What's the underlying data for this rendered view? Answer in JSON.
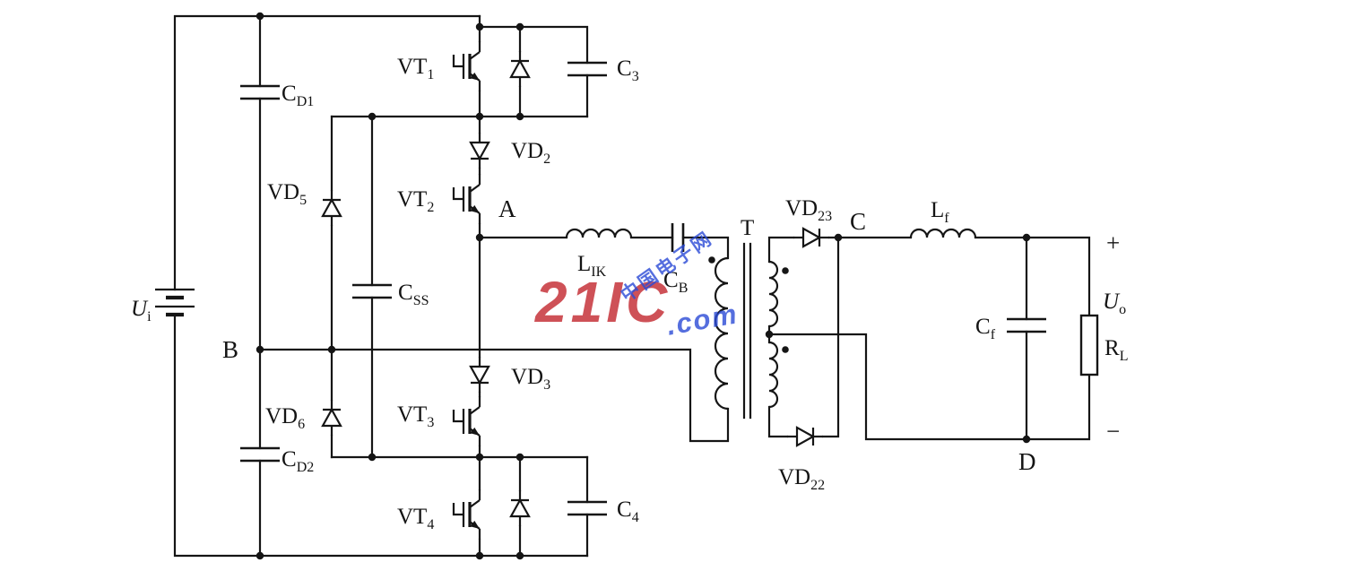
{
  "labels": {
    "ui": {
      "base": "U",
      "sub": "i"
    },
    "cd1": {
      "base": "C",
      "sub": "D1"
    },
    "cd2": {
      "base": "C",
      "sub": "D2"
    },
    "vd5": {
      "base": "VD",
      "sub": "5"
    },
    "vd6": {
      "base": "VD",
      "sub": "6"
    },
    "css": {
      "base": "C",
      "sub": "SS"
    },
    "vt1": {
      "base": "VT",
      "sub": "1"
    },
    "vt2": {
      "base": "VT",
      "sub": "2"
    },
    "vt3": {
      "base": "VT",
      "sub": "3"
    },
    "vt4": {
      "base": "VT",
      "sub": "4"
    },
    "vd2": {
      "base": "VD",
      "sub": "2"
    },
    "vd3": {
      "base": "VD",
      "sub": "3"
    },
    "c3": {
      "base": "C",
      "sub": "3"
    },
    "c4": {
      "base": "C",
      "sub": "4"
    },
    "lik": {
      "base": "L",
      "sub": "IK"
    },
    "cb": {
      "base": "C",
      "sub": "B"
    },
    "t": {
      "base": "T",
      "sub": ""
    },
    "vd23": {
      "base": "VD",
      "sub": "23"
    },
    "vd22": {
      "base": "VD",
      "sub": "22"
    },
    "lf": {
      "base": "L",
      "sub": "f"
    },
    "cf": {
      "base": "C",
      "sub": "f"
    },
    "rl": {
      "base": "R",
      "sub": "L"
    },
    "uo": {
      "base": "U",
      "sub": "o"
    }
  },
  "nodes": {
    "a": "A",
    "b": "B",
    "c": "C",
    "d": "D"
  },
  "marks": {
    "plus": "+",
    "minus": "−"
  },
  "watermark": {
    "main": "21IC",
    "cn": "中国电子网",
    "com": ".com",
    "color_red": "#c42b33",
    "color_blue": "#2b4bd7"
  }
}
